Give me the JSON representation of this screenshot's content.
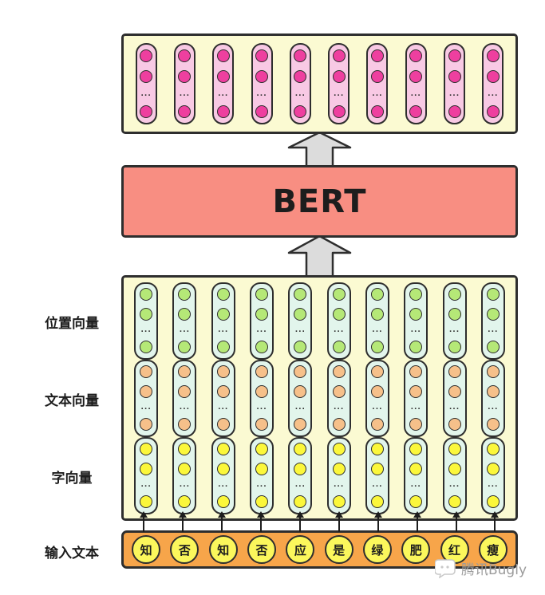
{
  "diagram": {
    "bert_label": "BERT",
    "ellipsis": "...",
    "column_count": 10,
    "side_labels": {
      "position_vector": "位置向量",
      "text_vector": "文本向量",
      "char_vector": "字向量",
      "input_text": "输入文本"
    },
    "input_chars": [
      "知",
      "否",
      "知",
      "否",
      "应",
      "是",
      "绿",
      "肥",
      "红",
      "瘦"
    ],
    "watermark": "腾讯Bugly",
    "colors": {
      "panel_bg": "#fbfad2",
      "panel_border": "#2e2e2e",
      "output_cell_bg": "#f8c9e4",
      "output_dot": "#ee3f9f",
      "bert_bg": "#f88e82",
      "arrow_fill": "#dcdcdc",
      "column_bg": "#e2f5ec",
      "green_dot": "#b5e877",
      "orange_dot": "#f6c08a",
      "yellow_dot": "#fbf73b",
      "input_bar_bg": "#f7a54a",
      "input_circle_bg": "#fbf75c"
    }
  }
}
